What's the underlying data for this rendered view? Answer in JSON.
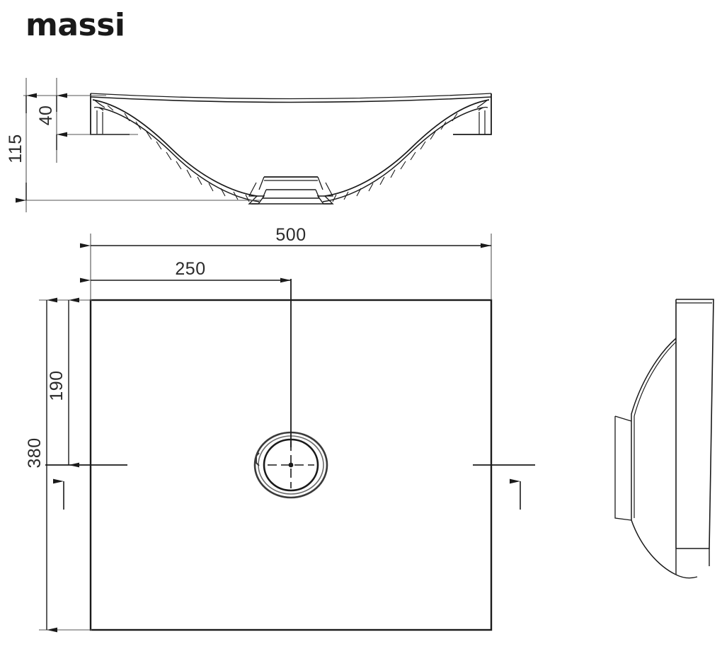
{
  "document": {
    "type": "technical-drawing",
    "subject": "washbasin",
    "brand": "massi",
    "units": "mm",
    "background_color": "#ffffff",
    "line_color": "#1a1a1a",
    "dimension_color": "#2b2b2b"
  },
  "views": {
    "section": {
      "name": "front-cross-section",
      "label": ""
    },
    "plan": {
      "name": "top-plan-view",
      "label": ""
    },
    "side": {
      "name": "right-side-profile",
      "label": ""
    }
  },
  "dimensions": {
    "height_total": "115",
    "height_rim": "40",
    "width_total": "500",
    "width_drain_center": "250",
    "depth_total": "380",
    "depth_drain_center": "190"
  },
  "features": {
    "drain_label": "drain-hole",
    "centerline_label": "center-line"
  }
}
